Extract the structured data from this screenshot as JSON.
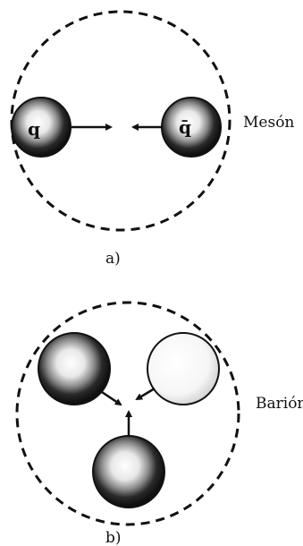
{
  "panel_a": {
    "particles": [
      {
        "label": "q",
        "fill": "dark"
      },
      {
        "label": "q̄",
        "fill": "dark"
      }
    ],
    "caption": "Mesón",
    "panel_label": "a)"
  },
  "panel_b": {
    "particles": [
      {
        "label": "",
        "fill": "dark"
      },
      {
        "label": "",
        "fill": "light"
      },
      {
        "label": "",
        "fill": "dark"
      }
    ],
    "caption": "Barión",
    "panel_label": "b)"
  },
  "colors": {
    "dark_particle": "#141414",
    "light_particle": "#f2f2f2",
    "stroke": "#111111",
    "background": "#ffffff"
  }
}
